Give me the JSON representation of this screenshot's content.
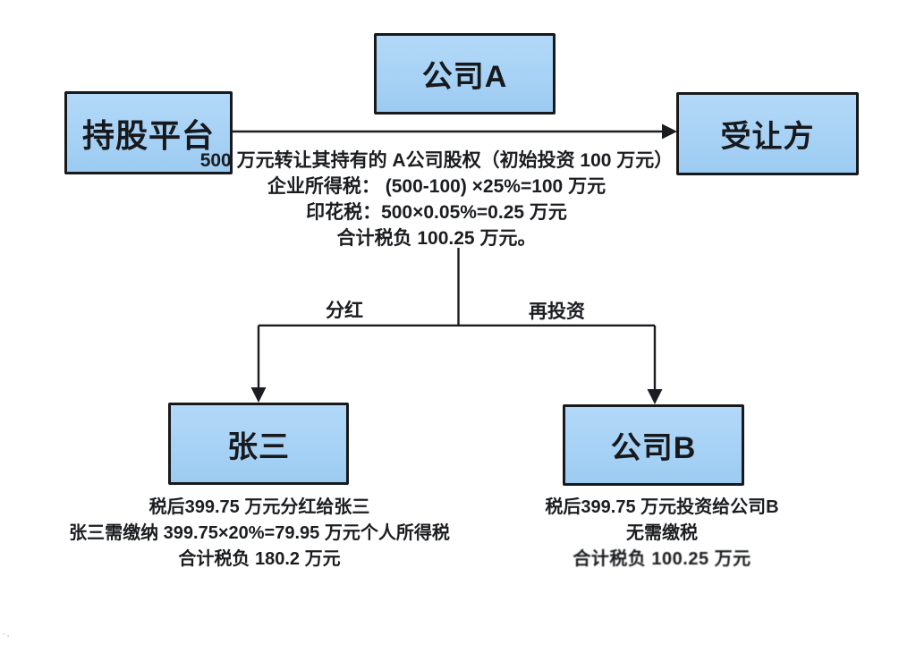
{
  "diagram": {
    "nodes": {
      "company_a": {
        "label": "公司A"
      },
      "holding_platform": {
        "label": "持股平台"
      },
      "transferee": {
        "label": "受让方"
      },
      "zhang_san": {
        "label": "张三"
      },
      "company_b": {
        "label": "公司B"
      }
    },
    "branch_labels": {
      "dividend": "分红",
      "reinvest": "再投资"
    },
    "notes": {
      "transfer": {
        "lines": [
          "500 万元转让其持有的 A公司股权（初始投资 100 万元）",
          "企业所得税： (500-100) ×25%=100 万元",
          "印花税：500×0.05%=0.25 万元",
          "合计税负 100.25 万元。"
        ]
      },
      "zhang_san": {
        "lines": [
          "税后399.75 万元分红给张三",
          "张三需缴纳 399.75×20%=79.95 万元个人所得税",
          "合计税负 180.2 万元"
        ]
      },
      "company_b": {
        "lines": [
          "税后399.75 万元投资给公司B",
          "无需缴税",
          "合计税负 100.25 万元"
        ]
      }
    },
    "artifact_mark": "·‚",
    "colors": {
      "node_fill": "#a7d2f5",
      "node_border": "#17191c",
      "text": "#1b1d20",
      "line": "#1b1d20",
      "background": "#ffffff"
    }
  }
}
